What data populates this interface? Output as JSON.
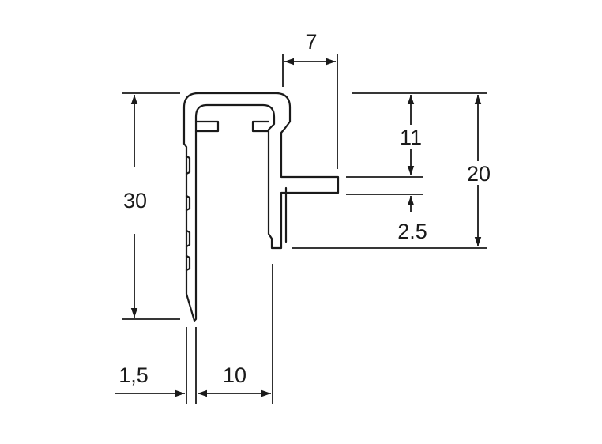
{
  "dimensions": {
    "top_width": "7",
    "height_upper": "11",
    "height_total": "20",
    "flange_thickness": "2.5",
    "profile_height": "30",
    "wall_thickness": "1,5",
    "channel_width": "10"
  },
  "colors": {
    "line": "#1a1a1a",
    "background": "#ffffff"
  }
}
